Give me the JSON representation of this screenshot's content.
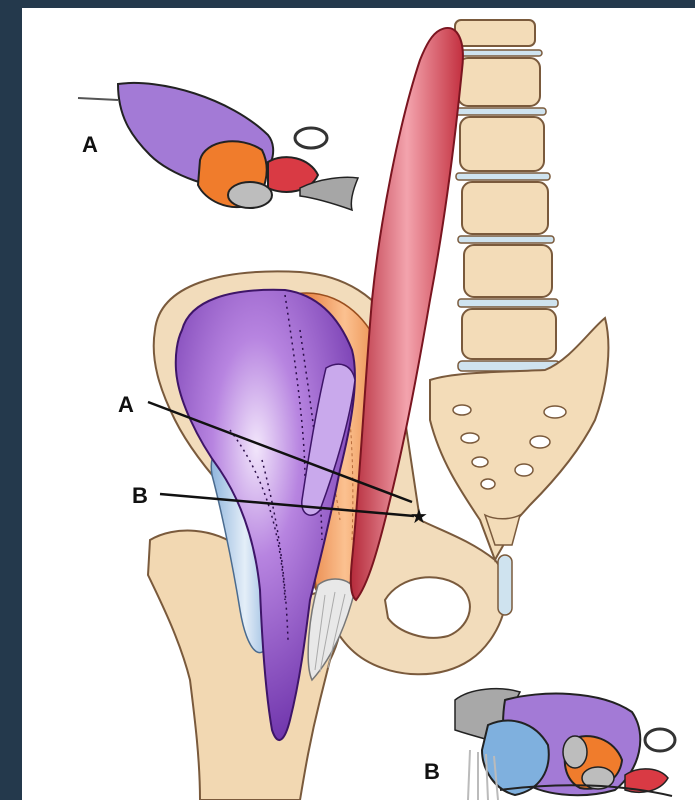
{
  "labels": {
    "inset_a": "A",
    "inset_b": "B",
    "pointer_a": "A",
    "pointer_b": "B"
  },
  "marker_symbol": "★",
  "colors": {
    "background_frame": "#24394c",
    "panel": "#ffffff",
    "bone": "#f2d9b5",
    "bone_outline": "#7a5a3c",
    "purple_muscle": "#9b5fd0",
    "orange_muscle": "#f08a3c",
    "red_muscle": "#d9434e",
    "blue_tendon": "#a9c8e8",
    "disc": "#cfe3ef",
    "gray": "#9e9e9e"
  }
}
